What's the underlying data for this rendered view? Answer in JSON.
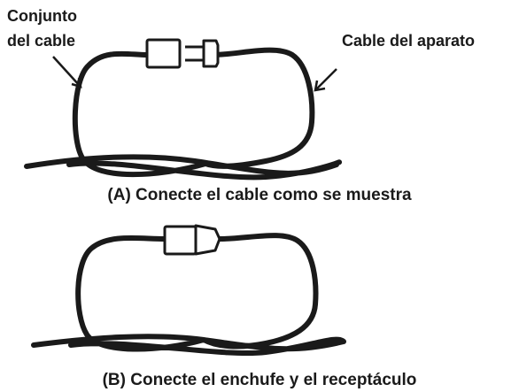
{
  "diagram_a": {
    "label_left_line1": "Conjunto",
    "label_left_line2": "del cable",
    "label_right": "Cable del aparato",
    "caption": "(A) Conecte el cable como se muestra"
  },
  "diagram_b": {
    "caption": "(B) Conecte el enchufe y el receptáculo"
  },
  "colors": {
    "ink": "#1a1a1a",
    "background": "#ffffff"
  },
  "icons": [
    "cord-connector-icon",
    "plug-icon",
    "arrow-icon"
  ]
}
